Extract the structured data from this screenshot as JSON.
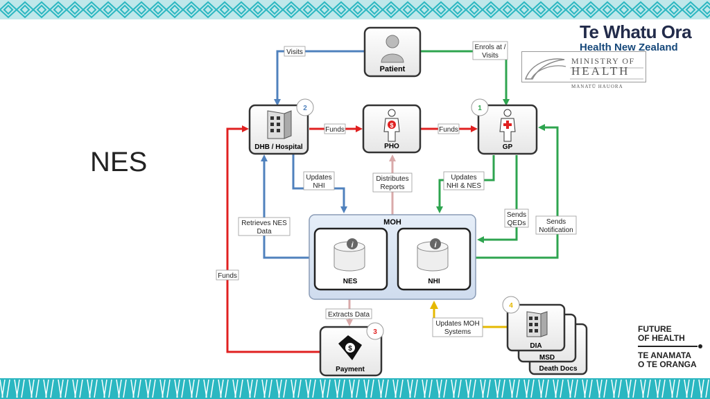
{
  "slide": {
    "title": "NES"
  },
  "branding": {
    "te_whatu_ora": {
      "title": "Te Whatu Ora",
      "subtitle": "Health New Zealand"
    },
    "ministry": {
      "line1": "MINISTRY OF",
      "line2": "HEALTH",
      "line3": "MANATŪ HAUORA"
    },
    "future_of_health": {
      "line1": "FUTURE",
      "line2": "OF HEALTH",
      "line3": "TE ANAMATA",
      "line4": "O TE ORANGA"
    }
  },
  "nodes": {
    "patient": {
      "label": "Patient",
      "icon": "person-icon"
    },
    "dhb": {
      "label": "DHB / Hospital",
      "badge": "2",
      "icon": "building-icon"
    },
    "pho": {
      "label": "PHO",
      "icon": "person-dollar-icon"
    },
    "gp": {
      "label": "GP",
      "badge": "1",
      "icon": "doctor-icon"
    },
    "moh": {
      "label": "MOH"
    },
    "nes": {
      "label": "NES",
      "icon": "database-info-icon"
    },
    "nhi": {
      "label": "NHI",
      "icon": "database-info-icon"
    },
    "payment": {
      "label": "Payment",
      "badge": "3",
      "icon": "money-icon"
    },
    "dia": {
      "label": "DIA",
      "badge": "4",
      "icon": "building-icon"
    },
    "msd": {
      "label": "MSD"
    },
    "death_docs": {
      "label": "Death Docs"
    }
  },
  "edge_labels": {
    "visits": "Visits",
    "enrols_1": "Enrols at /",
    "enrols_2": "Visits",
    "funds_dhb_pho": "Funds",
    "funds_pho_gp": "Funds",
    "updates_nhi_1": "Updates",
    "updates_nhi_2": "NHI",
    "distributes_1": "Distributes",
    "distributes_2": "Reports",
    "updates_nhi_nes_1": "Updates",
    "updates_nhi_nes_2": "NHI & NES",
    "retrieves_1": "Retrieves NES",
    "retrieves_2": "Data",
    "sends_qeds_1": "Sends",
    "sends_qeds_2": "QEDs",
    "sends_notif_1": "Sends",
    "sends_notif_2": "Notification",
    "funds_left": "Funds",
    "extracts": "Extracts Data",
    "updates_moh_1": "Updates MOH",
    "updates_moh_2": "Systems"
  },
  "colors": {
    "blue_edge": "#4f81bd",
    "green_edge": "#2ea44f",
    "red_edge": "#e02020",
    "pink_edge": "#d9a9a9",
    "yellow_edge": "#e5b800",
    "band": "#2bb7c1",
    "badge_1": "#2ea44f",
    "badge_2": "#4f81bd",
    "badge_3": "#e02020",
    "badge_4": "#e5b800"
  }
}
